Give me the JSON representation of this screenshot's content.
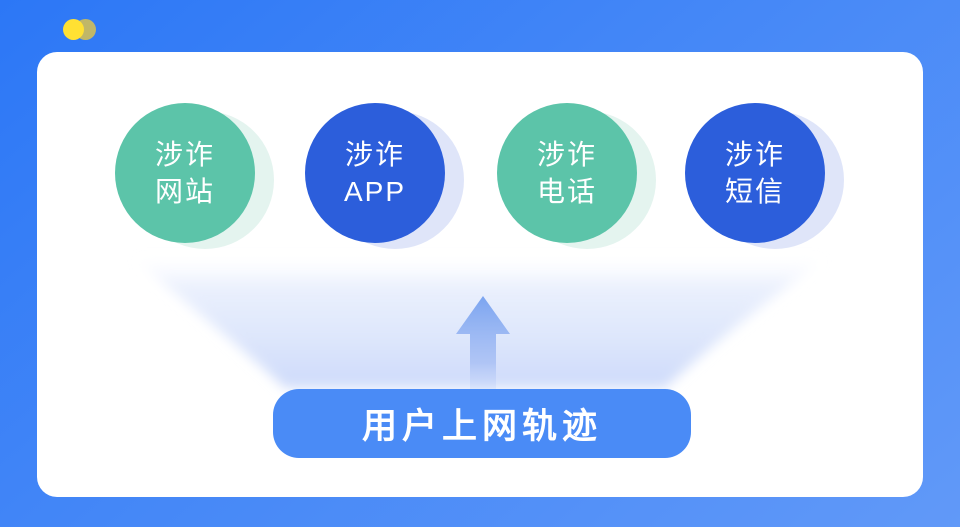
{
  "canvas": {
    "bg_gradient_start": "#2C77F6",
    "bg_gradient_end": "#6199F8",
    "card_color": "#FFFFFF"
  },
  "logo": {
    "name": "two-overlapping-dots-logo",
    "left_color": "#FFE133",
    "right_color": "#D9C24F"
  },
  "nodes": [
    {
      "id": "fraud-website",
      "line1": "涉诈",
      "line2": "网站",
      "color": "#5CC4A9",
      "shadow_color": "#E4F4EF"
    },
    {
      "id": "fraud-app",
      "line1": "涉诈",
      "line2": "APP",
      "color": "#2C5EDB",
      "shadow_color": "#DFE5F9"
    },
    {
      "id": "fraud-phone",
      "line1": "涉诈",
      "line2": "电话",
      "color": "#5CC4A9",
      "shadow_color": "#E4F4EF"
    },
    {
      "id": "fraud-sms",
      "line1": "涉诈",
      "line2": "短信",
      "color": "#2C5EDB",
      "shadow_color": "#DFE5F9"
    }
  ],
  "flow": {
    "funnel_icon": "funnel-glow",
    "funnel_color": "#CEDBFA",
    "arrow_icon": "up-arrow",
    "arrow_color_top": "#7BA4F0",
    "arrow_color_bottom": "#C6D5FA"
  },
  "bottom_label": {
    "text": "用户上网轨迹",
    "color": "#4A8BF6"
  }
}
